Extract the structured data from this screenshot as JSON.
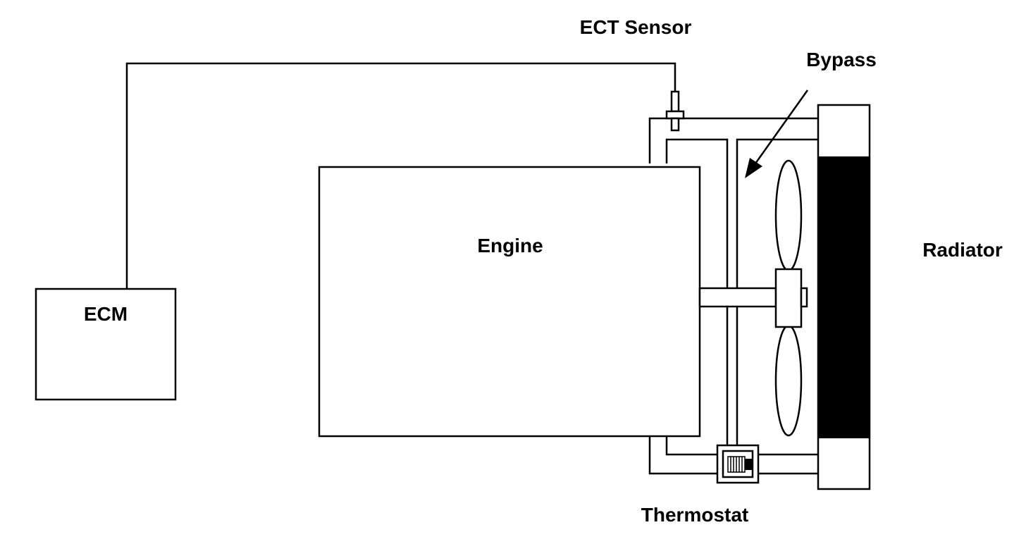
{
  "labels": {
    "ect_sensor": "ECT Sensor",
    "bypass": "Bypass",
    "engine": "Engine",
    "radiator": "Radiator",
    "ecm": "ECM",
    "thermostat": "Thermostat"
  },
  "colors": {
    "line": "#000000",
    "background": "#ffffff",
    "radiator_core": "#000000"
  }
}
